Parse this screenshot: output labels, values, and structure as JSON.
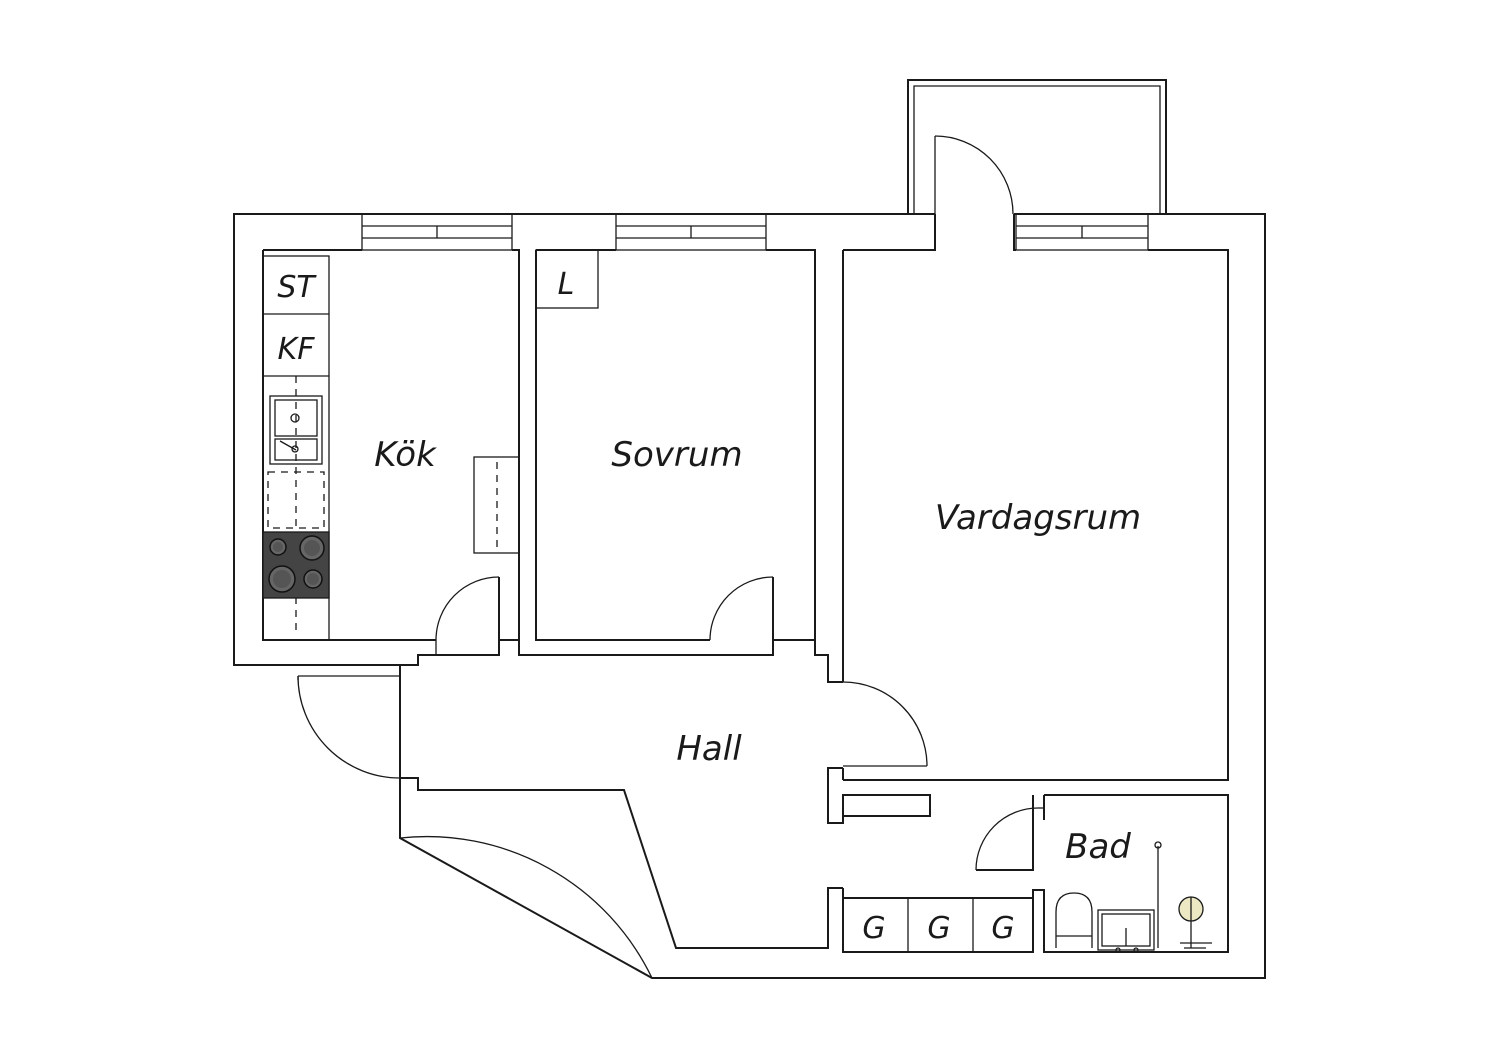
{
  "rooms": {
    "kitchen": "Kök",
    "bedroom": "Sovrum",
    "living": "Vardagsrum",
    "hall": "Hall",
    "bath": "Bad"
  },
  "fixtures": {
    "stove_unit": "ST",
    "fridge_freezer": "KF",
    "closet": "L",
    "wardrobes": [
      "G",
      "G",
      "G"
    ]
  },
  "colors": {
    "wall": "#1a1a1a",
    "background": "#ffffff",
    "stove": "#444444",
    "shower_head": "#ece8c4"
  },
  "icons": {
    "sink": "kitchen-sink-icon",
    "stove": "stove-hob-icon",
    "toilet": "toilet-icon",
    "basin": "wash-basin-icon",
    "shower": "shower-icon"
  }
}
